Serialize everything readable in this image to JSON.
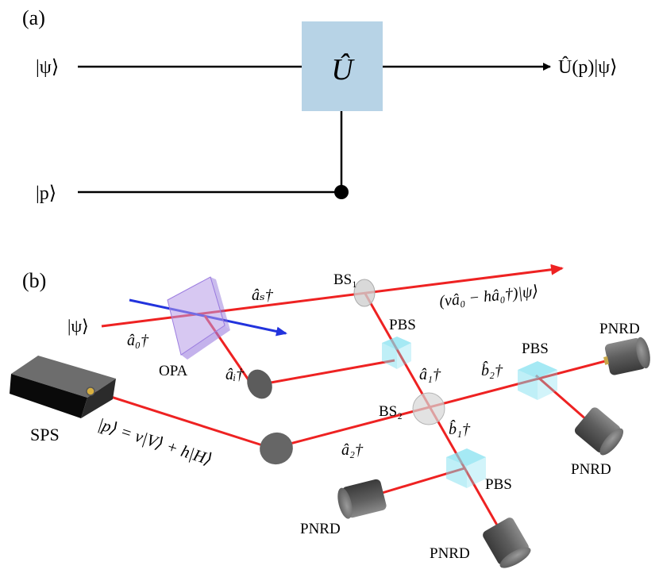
{
  "panel_a": {
    "label": "(a)",
    "input_state": "|ψ⟩",
    "control_state": "|p⟩",
    "gate_symbol": "Û",
    "output_state": "Û(p)|ψ⟩"
  },
  "panel_b": {
    "label": "(b)",
    "components": {
      "sps": "SPS",
      "opa": "OPA",
      "bs1": "BS₁",
      "bs2": "BS₂",
      "pbs_top": "PBS",
      "pbs_right": "PBS",
      "pbs_lower": "PBS",
      "pnrd_right_top": "PNRD",
      "pnrd_right_bottom": "PNRD",
      "pnrd_lower_left": "PNRD",
      "pnrd_lower_bottom": "PNRD"
    },
    "modes": {
      "input_state": "|ψ⟩",
      "a0": "â₀†",
      "as": "âₛ†",
      "ai": "âᵢ†",
      "a1": "â₁†",
      "a2": "â₂†",
      "b1": "b̂₁†",
      "b2": "b̂₂†"
    },
    "output_state": "(vâ₀ − hâ₀†)|ψ⟩",
    "photon_state": "|p⟩ = v|V⟩ + h|H⟩"
  },
  "colors": {
    "beam": "#ee2222",
    "pump_beam": "#2233dd",
    "gate_box": "#b7d3e6",
    "pbs_cube": "#7fe0f0",
    "opa_crystal": "#b79be8"
  }
}
